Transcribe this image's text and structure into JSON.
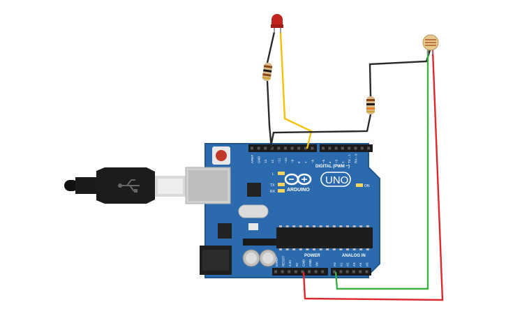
{
  "board": {
    "brand": "ARDUINO",
    "model": "UNO",
    "digital_label": "DIGITAL (PWM ~)",
    "analog_label": "ANALOG IN",
    "power_label": "POWER",
    "led_l": "L",
    "led_tx": "TX",
    "led_rx": "RX",
    "on_label": "ON",
    "digital_pins": [
      "AREF",
      "GND",
      "13",
      "12",
      "~11",
      "~10",
      "~9",
      "8",
      "7",
      "~6",
      "~5",
      "4",
      "~3",
      "2",
      "TX→1",
      "RX←0"
    ],
    "power_pins": [
      "IOREF",
      "RESET",
      "3.3V",
      "5V",
      "GND",
      "GND",
      "Vin"
    ],
    "analog_pins": [
      "A0",
      "A1",
      "A2",
      "A3",
      "A4",
      "A5"
    ]
  },
  "components": {
    "led": "red-led",
    "photoresistor": "photoresistor",
    "resistor_count": 2,
    "usb": "usb-b-cable"
  },
  "wire_colors": {
    "black": "#2a2a2a",
    "yellow": "#f2c200",
    "green": "#3cb043",
    "red": "#e0282b"
  },
  "colors": {
    "board": "#2a6aad",
    "board_edge": "#1f578f"
  }
}
